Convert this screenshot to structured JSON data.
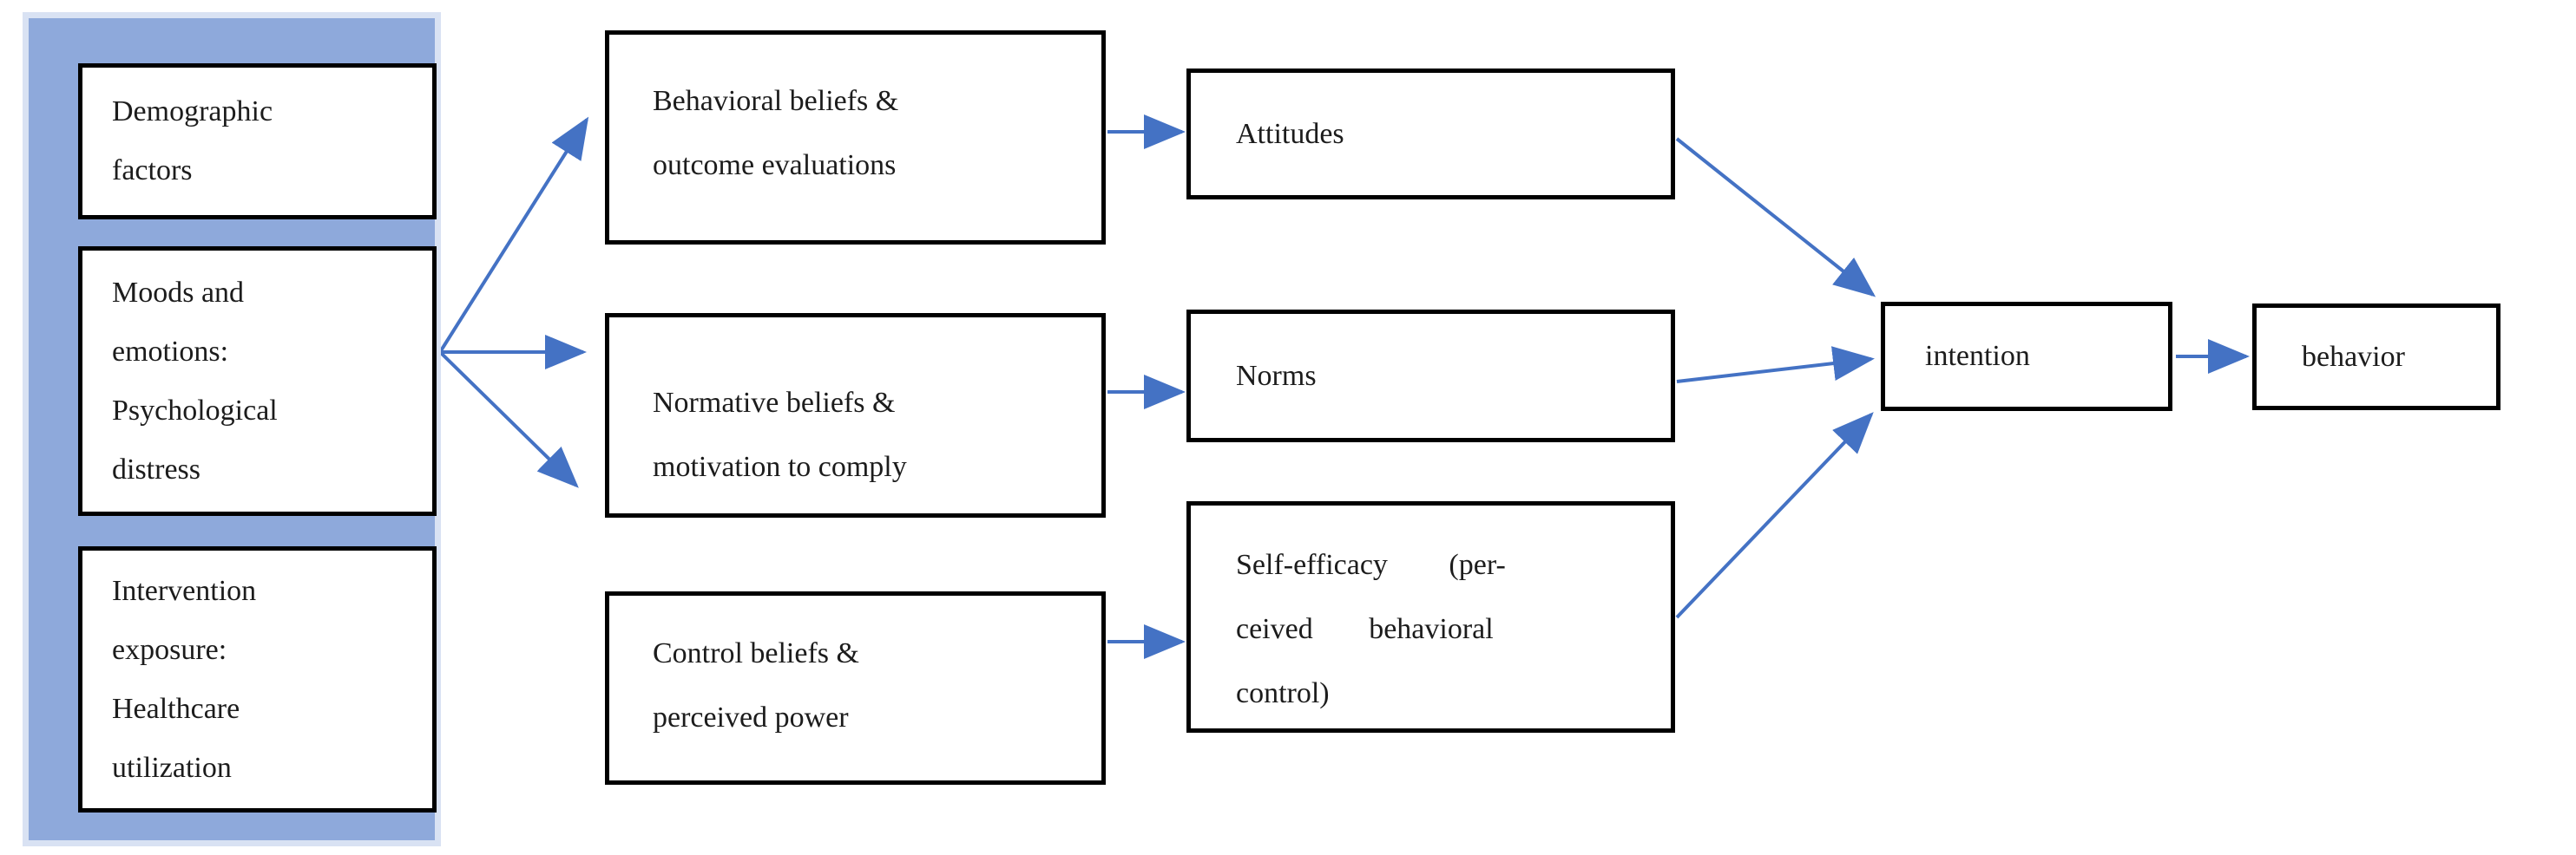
{
  "figure": {
    "kind": "flow-diagram",
    "description": "Theory of Planned Behavior framework with external variables panel"
  },
  "colors": {
    "arrow_blue": "#4472C4",
    "panel_fill": "#8EA9DB",
    "panel_border": "#D9E2F3",
    "box_border": "#000000",
    "box_fill": "#FFFFFF"
  },
  "nodes": {
    "demographic": {
      "lines": [
        "Demographic",
        "factors"
      ]
    },
    "moods": {
      "lines": [
        "Moods and",
        "emotions:",
        "Psychological",
        "distress"
      ]
    },
    "intervention": {
      "lines": [
        "Intervention",
        "exposure:",
        "Healthcare",
        "utilization"
      ]
    },
    "behavioral_beliefs": {
      "lines": [
        "Behavioral beliefs &",
        "outcome evaluations"
      ]
    },
    "normative_beliefs": {
      "lines": [
        "Normative beliefs &",
        "motivation to comply"
      ]
    },
    "control_beliefs": {
      "lines": [
        "Control beliefs &",
        "perceived power"
      ]
    },
    "attitudes": {
      "label": "Attitudes"
    },
    "norms": {
      "label": "Norms"
    },
    "self_efficacy": {
      "lines": [
        "Self-efficacy (per-",
        "ceived behavioral",
        "control)"
      ]
    },
    "intention": {
      "label": "intention"
    },
    "behavior": {
      "label": "behavior"
    }
  },
  "edges": [
    {
      "from": "external-factors-panel",
      "to": "behavioral_beliefs"
    },
    {
      "from": "external-factors-panel",
      "to": "normative_beliefs"
    },
    {
      "from": "external-factors-panel",
      "to": "control_beliefs"
    },
    {
      "from": "behavioral_beliefs",
      "to": "attitudes"
    },
    {
      "from": "normative_beliefs",
      "to": "norms"
    },
    {
      "from": "control_beliefs",
      "to": "self_efficacy"
    },
    {
      "from": "attitudes",
      "to": "intention"
    },
    {
      "from": "norms",
      "to": "intention"
    },
    {
      "from": "self_efficacy",
      "to": "intention"
    },
    {
      "from": "intention",
      "to": "behavior"
    }
  ]
}
